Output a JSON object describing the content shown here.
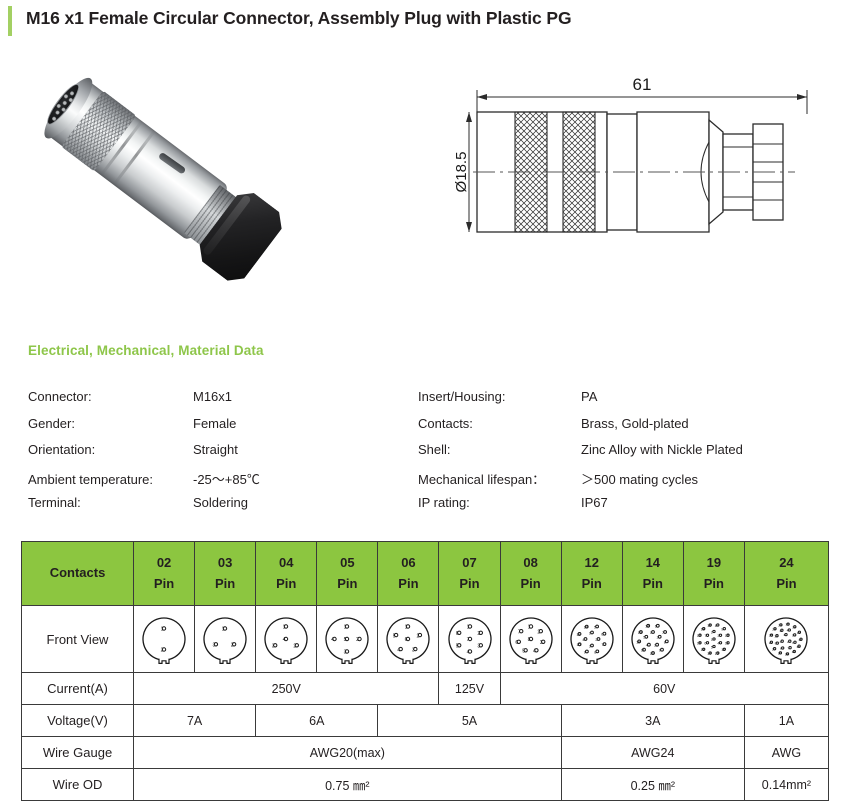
{
  "page": {
    "title": "M16 x1 Female Circular Connector, Assembly Plug with Plastic PG",
    "accent_color": "#a3d063"
  },
  "drawing": {
    "length_label": "61",
    "diameter_label": "Ø18.5"
  },
  "spec_section": {
    "heading": "Electrical, Mechanical, Material Data",
    "heading_color": "#8ec64a",
    "left": [
      {
        "label": "Connector:",
        "value": "M16x1"
      },
      {
        "label": "Gender:",
        "value": "Female"
      },
      {
        "label": "Orientation:",
        "value": "Straight"
      },
      {
        "label": "Ambient temperature:",
        "value": "-25～+85℃"
      },
      {
        "label": "Terminal:",
        "value": "Soldering"
      }
    ],
    "right": [
      {
        "label": "Insert/Housing:",
        "value": "PA"
      },
      {
        "label": "Contacts:",
        "value": "Brass, Gold-plated"
      },
      {
        "label": "Shell:",
        "value": "Zinc Alloy with Nickle Plated"
      },
      {
        "label": "Mechanical lifespan：",
        "value": "＞500 mating cycles"
      },
      {
        "label": "IP rating:",
        "value": "IP67"
      }
    ]
  },
  "table": {
    "header_color": "#8cc640",
    "corner_label": "Contacts",
    "pin_word": "Pin",
    "columns": [
      "02",
      "03",
      "04",
      "05",
      "06",
      "07",
      "08",
      "12",
      "14",
      "19",
      "24"
    ],
    "rows": [
      {
        "label": "Front View",
        "type": "diagram",
        "cells": [
          {
            "pins": 2
          },
          {
            "pins": 3
          },
          {
            "pins": 4
          },
          {
            "pins": 5
          },
          {
            "pins": 6
          },
          {
            "pins": 7
          },
          {
            "pins": 8
          },
          {
            "pins": 12
          },
          {
            "pins": 14
          },
          {
            "pins": 19
          },
          {
            "pins": 24
          }
        ]
      },
      {
        "label": "Current(A)",
        "type": "data",
        "cells": [
          {
            "text": "250V",
            "span": 5
          },
          {
            "text": "125V",
            "span": 1
          },
          {
            "text": "60V",
            "span": 5
          }
        ]
      },
      {
        "label": "Voltage(V)",
        "type": "data",
        "cells": [
          {
            "text": "7A",
            "span": 2
          },
          {
            "text": "6A",
            "span": 2
          },
          {
            "text": "5A",
            "span": 3
          },
          {
            "text": "3A",
            "span": 3
          },
          {
            "text": "1A",
            "span": 1
          }
        ]
      },
      {
        "label": "Wire Gauge",
        "type": "data",
        "cells": [
          {
            "text": "AWG20(max)",
            "span": 7
          },
          {
            "text": "AWG24",
            "span": 3
          },
          {
            "text": "AWG",
            "span": 1
          }
        ]
      },
      {
        "label": "Wire OD",
        "type": "data",
        "cells": [
          {
            "text": "0.75 ㎜²",
            "span": 7
          },
          {
            "text": "0.25 ㎜²",
            "span": 3
          },
          {
            "text": "0.14mm²",
            "span": 1
          }
        ]
      }
    ]
  }
}
